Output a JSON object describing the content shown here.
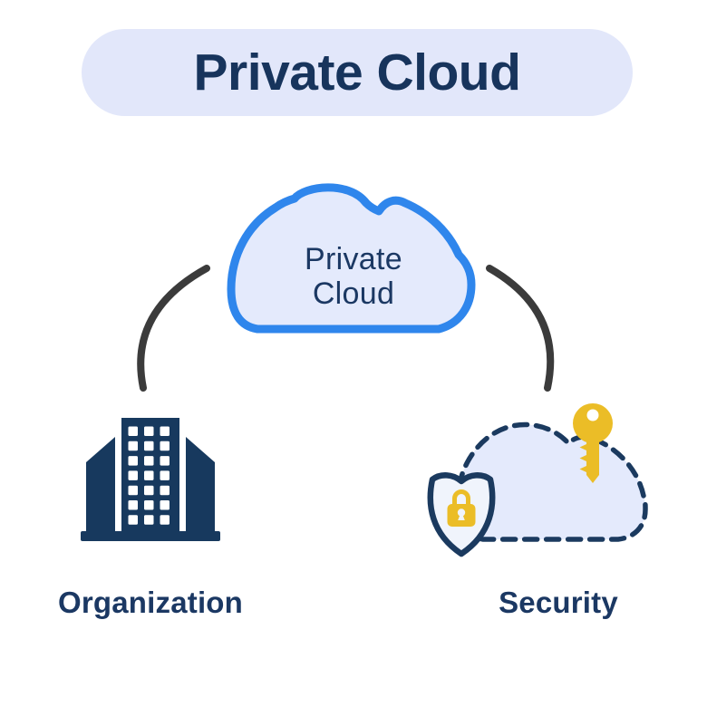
{
  "title": "Private Cloud",
  "central_cloud": {
    "line1": "Private",
    "line2": "Cloud"
  },
  "nodes": {
    "organization": {
      "label": "Organization",
      "icon": "building-icon"
    },
    "security": {
      "label": "Security",
      "icon": "secure-cloud-icon"
    }
  },
  "colors": {
    "navy": "#17395e",
    "text_navy": "#1b3863",
    "cloud_stroke_blue": "#2f86ec",
    "cloud_fill": "#e4eafc",
    "banner_bg": "#e2e7fa",
    "gold": "#ebbd27",
    "connector_gray": "#3b3b3b",
    "shield_fill": "#f0f4fc"
  }
}
